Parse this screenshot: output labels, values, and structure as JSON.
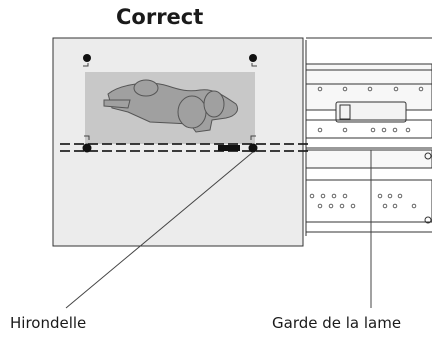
{
  "diagram": {
    "title": "Correct",
    "labels": {
      "registration_mark": "Hirondelle",
      "blade_guard": "Garde de la lame"
    }
  }
}
